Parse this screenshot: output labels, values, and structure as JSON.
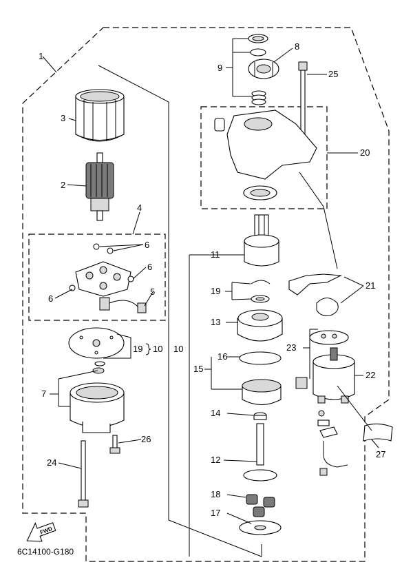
{
  "drawing_code": "6C14100-G180",
  "fwd_label": "FWD",
  "callouts": {
    "c1": "1",
    "c2": "2",
    "c3": "3",
    "c4": "4",
    "c5": "5",
    "c6a": "6",
    "c6b": "6",
    "c6c": "6",
    "c7": "7",
    "c8": "8",
    "c9": "9",
    "c10a": "10",
    "c10b": "10",
    "c11": "11",
    "c12": "12",
    "c13": "13",
    "c14": "14",
    "c15": "15",
    "c16": "16",
    "c17": "17",
    "c18": "18",
    "c19a": "19",
    "c19b": "19",
    "c20": "20",
    "c21": "21",
    "c22": "22",
    "c23": "23",
    "c24": "24",
    "c25": "25",
    "c26": "26",
    "c27": "27"
  }
}
